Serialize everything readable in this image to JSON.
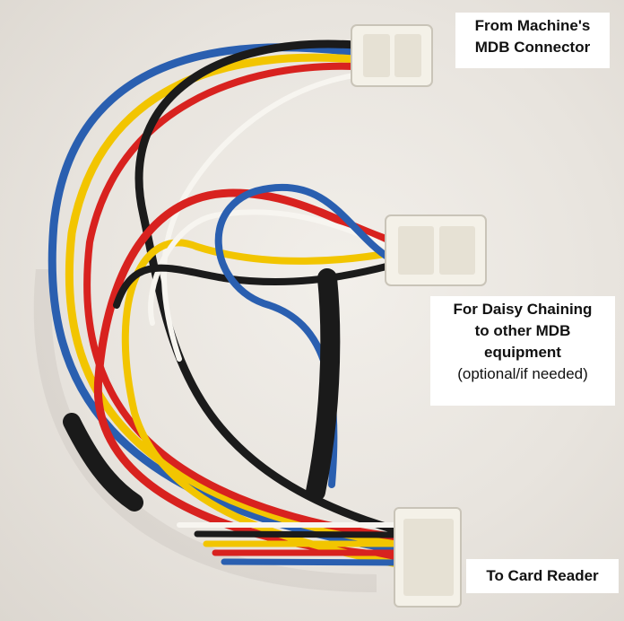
{
  "labels": {
    "top": [
      "From Machine's",
      "MDB Connector"
    ],
    "middle": [
      "For Daisy Chaining",
      "to other MDB",
      "equipment",
      "(optional/if needed)"
    ],
    "bottom": "To Card Reader"
  },
  "colors": {
    "background": "#e9e6e1",
    "wire_black": "#1b1b1b",
    "wire_yellow": "#f2c500",
    "wire_red": "#d8221f",
    "wire_blue": "#2a5fb0",
    "wire_white": "#f7f5f0",
    "connector": "#f4f1e8",
    "heat_shrink": "#1a1a1a"
  }
}
